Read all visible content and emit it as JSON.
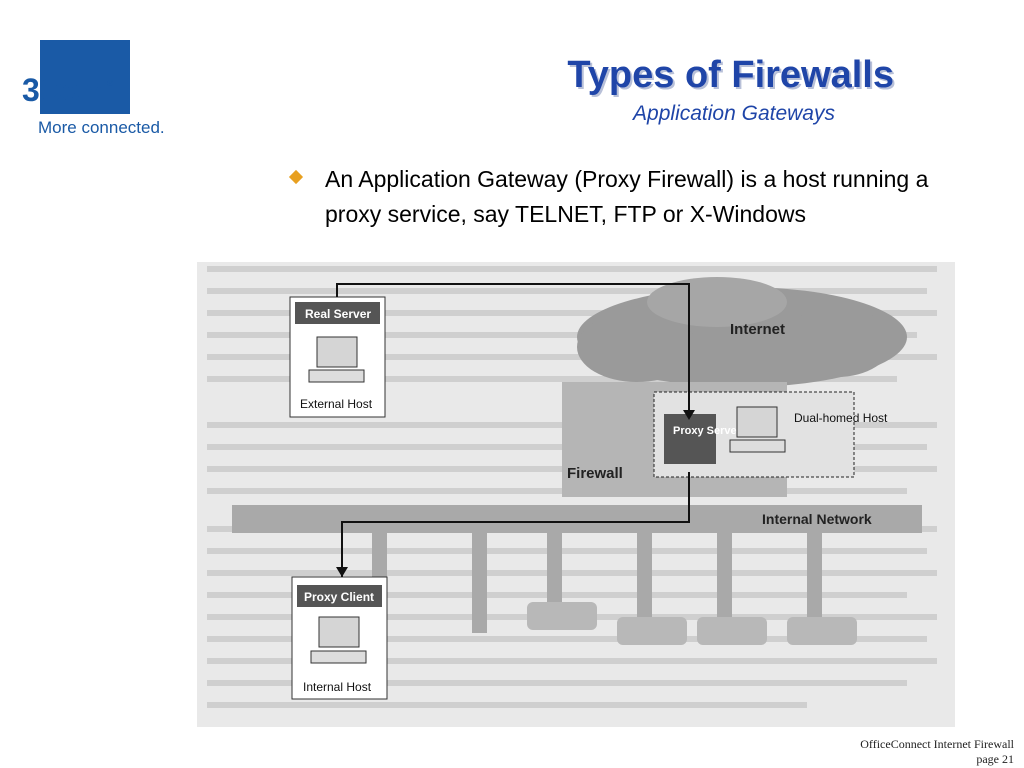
{
  "logo": {
    "brand": "3Com",
    "tagline": "More connected."
  },
  "title": "Types of Firewalls",
  "subtitle": "Application Gateways",
  "bullet": "An Application Gateway (Proxy Firewall) is a host running a proxy service, say TELNET, FTP or X-Windows",
  "diagram": {
    "real_server_label": "Real Server",
    "external_host_label": "External Host",
    "internet_label": "Internet",
    "proxy_server_label": "Proxy Server",
    "dual_homed_label": "Dual-homed Host",
    "firewall_label": "Firewall",
    "internal_network_label": "Internal Network",
    "proxy_client_label": "Proxy Client",
    "internal_host_label": "Internal Host"
  },
  "footer": {
    "line1": "OfficeConnect Internet Firewall",
    "line2": "page 21"
  },
  "colors": {
    "title": "#1f45a8",
    "logo": "#1a5aa6",
    "bullet": "#e8a020"
  }
}
